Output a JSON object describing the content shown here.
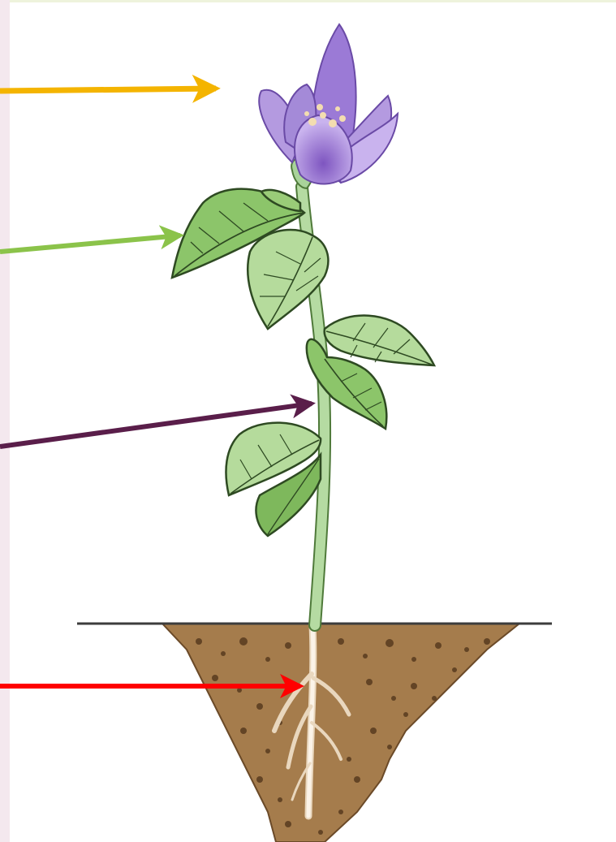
{
  "diagram": {
    "subject": "plant-parts",
    "parts": [
      {
        "part": "flower",
        "arrow_color": "#F4B400"
      },
      {
        "part": "leaf",
        "arrow_color": "#8BC34A"
      },
      {
        "part": "stem",
        "arrow_color": "#5A1E4A"
      },
      {
        "part": "root",
        "arrow_color": "#FF0000"
      }
    ],
    "colors": {
      "page_background": "#F4E8EE",
      "figure_background": "#FFFFFF",
      "petal": "#A98AD8",
      "petal_dark": "#8A63C6",
      "stem": "#A9D39A",
      "leaf": "#A8D38A",
      "leaf_outline": "#2E4A22",
      "soil": "#A07848",
      "root": "#F3E6D2"
    }
  }
}
